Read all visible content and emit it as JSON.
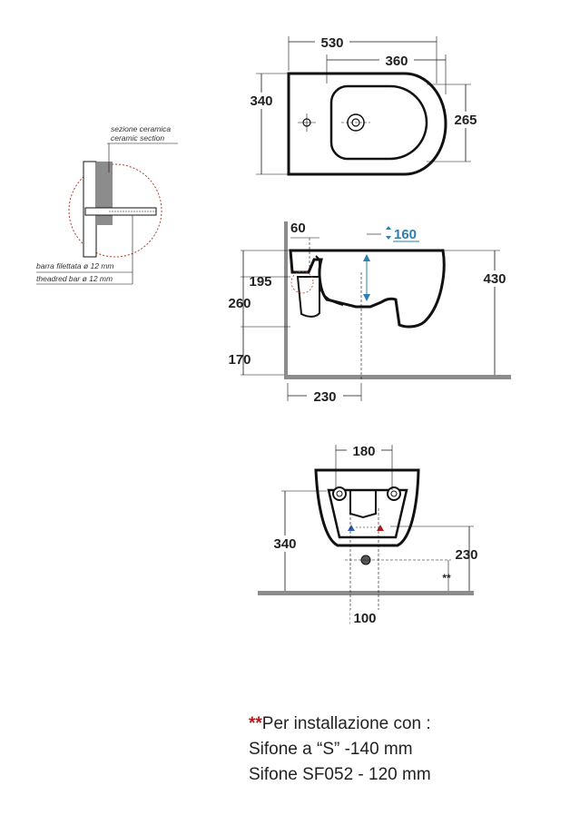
{
  "top_view": {
    "width_overall": "530",
    "width_bowl": "360",
    "depth": "340",
    "bowl_depth": "265"
  },
  "side_view": {
    "dim_top": "60",
    "dim_spout": "160",
    "dim_overall_height": "430",
    "dim_195": "195",
    "dim_260": "260",
    "dim_170": "170",
    "dim_230": "230"
  },
  "detail": {
    "label_section_it": "sezione ceramica",
    "label_section_en": "ceramic section",
    "label_bar_it": "barra filettata ø 12 mm",
    "label_bar_en": "theadred bar ø 12 mm"
  },
  "front_view": {
    "dim_180": "180",
    "dim_340": "340",
    "dim_230": "230",
    "dim_100": "100",
    "star_mark": "**"
  },
  "note": {
    "stars": "**",
    "line1": "Per installazione con :",
    "line2": "Sifone a “S” -140 mm",
    "line3": "Sifone SF052 - 120 mm"
  },
  "colors": {
    "ink": "#111111",
    "accent_blue": "#2a7fb3",
    "accent_red": "#b01c1c",
    "wall_grey": "#8c8c8c"
  }
}
